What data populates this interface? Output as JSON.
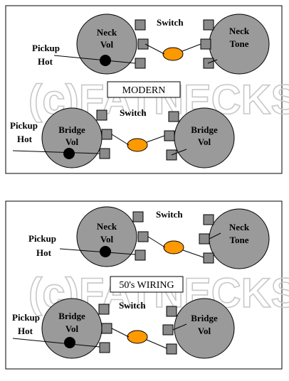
{
  "watermark": "(c)FATNECKS",
  "colors": {
    "knob": "#9a9a9a",
    "lug": "#8a8a8a",
    "switch": "#ff9900",
    "hot": "#000000",
    "wire": "#000000",
    "frame": "#000000"
  },
  "diagrams": [
    {
      "title": "MODERN",
      "neck_vol": {
        "line1": "Neck",
        "line2": "Vol"
      },
      "neck_tone": {
        "line1": "Neck",
        "line2": "Tone"
      },
      "bridge_vol_left": {
        "line1": "Bridge",
        "line2": "Vol"
      },
      "bridge_vol_right": {
        "line1": "Bridge",
        "line2": "Vol"
      },
      "switch_top": "Switch",
      "switch_bottom": "Switch",
      "pickup_hot_top": {
        "line1": "Pickup",
        "line2": "Hot"
      },
      "pickup_hot_bottom": {
        "line1": "Pickup",
        "line2": "Hot"
      }
    },
    {
      "title": "50's WIRING",
      "neck_vol": {
        "line1": "Neck",
        "line2": "Vol"
      },
      "neck_tone": {
        "line1": "Neck",
        "line2": "Tone"
      },
      "bridge_vol_left": {
        "line1": "Bridge",
        "line2": "Vol"
      },
      "bridge_vol_right": {
        "line1": "Bridge",
        "line2": "Vol"
      },
      "switch_top": "Switch",
      "switch_bottom": "Switch",
      "pickup_hot_top": {
        "line1": "Pickup",
        "line2": "Hot"
      },
      "pickup_hot_bottom": {
        "line1": "Pickup",
        "line2": "Hot"
      }
    }
  ]
}
